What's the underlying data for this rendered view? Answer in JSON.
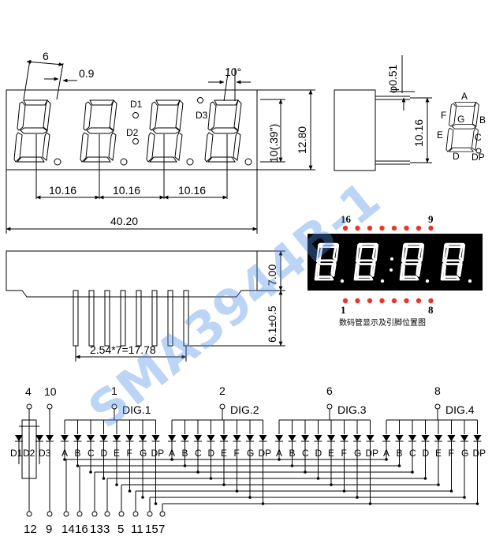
{
  "title": "SMA3944B-1",
  "front_view": {
    "dim_segment_width": "6",
    "dim_segment_thickness": "0.9",
    "dim_slant": "10°",
    "dim_pitch_1": "10.16",
    "dim_pitch_2": "10.16",
    "dim_pitch_3": "10.16",
    "dim_length": "40.20",
    "dim_digit_height": "10(.39\")",
    "dim_height": "12.80",
    "label_d1": "D1",
    "label_d2": "D2",
    "label_d3": "D3"
  },
  "side_view": {
    "dim_pin_dia": "φ0.51",
    "dim_height": "10.16"
  },
  "segment_legend": [
    "A",
    "B",
    "C",
    "D",
    "E",
    "F",
    "G",
    "DP"
  ],
  "bottom_view": {
    "dim_body_thickness": "7.00",
    "dim_pin_length": "6.1±0.5",
    "dim_pin_span": "2.54*7=17.78"
  },
  "module_photo": {
    "pin_top_left": "16",
    "pin_top_right": "9",
    "pin_bottom_left": "1",
    "pin_bottom_right": "8",
    "caption": "数码管显示及引脚位置图",
    "led_color": "#ffffff",
    "dot_color": "#e8372c"
  },
  "schematic": {
    "top_pins": [
      "4",
      "10",
      "1",
      "2",
      "6",
      "8"
    ],
    "digit_labels": [
      "DIG.1",
      "DIG.2",
      "DIG.3",
      "DIG.4"
    ],
    "colon_labels": [
      "D1",
      "D2",
      "D3"
    ],
    "segments": [
      "A",
      "B",
      "C",
      "D",
      "E",
      "F",
      "G",
      "DP"
    ],
    "bottom_pins": [
      "12",
      "9",
      "14",
      "16",
      "13",
      "3",
      "5",
      "11",
      "15",
      "7"
    ]
  }
}
